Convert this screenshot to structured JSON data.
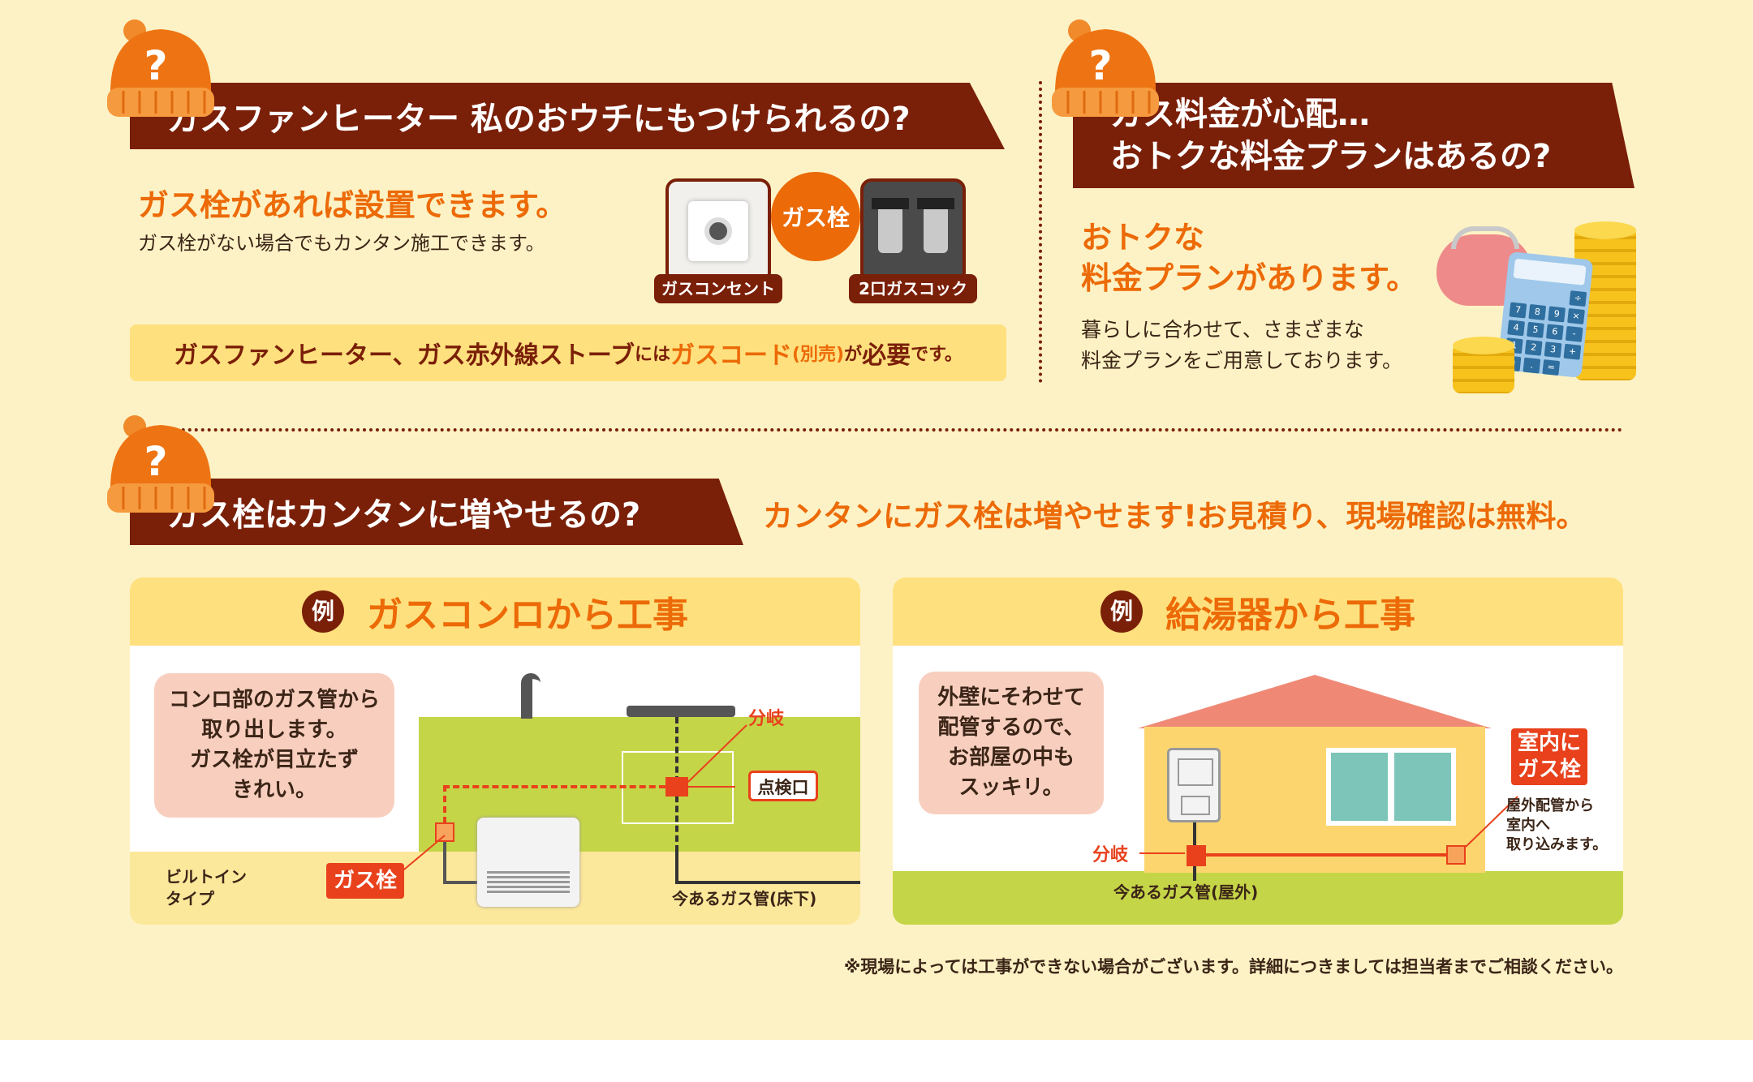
{
  "q1": {
    "title": "ガスファンヒーター 私のおウチにもつけられるの?",
    "lead": "ガス栓があれば設置できます。",
    "sub": "ガス栓がない場合でもカンタン施工できます。",
    "photo_left_label": "ガスコンセント",
    "photo_center_label": "ガス栓",
    "photo_right_label": "2口ガスコック",
    "note_part1": "ガスファンヒーター、ガス赤外線ストーブ",
    "note_part2": "には",
    "note_part3": "ガスコード",
    "note_part4": "(別売)",
    "note_part5": "が",
    "note_part6": "必要",
    "note_part7": "です。"
  },
  "q2": {
    "title_line1": "ガス料金が心配…",
    "title_line2": "おトクな料金プランはあるの?",
    "lead_line1": "おトクな",
    "lead_line2": "料金プランがあります。",
    "body_line1": "暮らしに合わせて、さまざまな",
    "body_line2": "料金プランをご用意しております。",
    "calc_keys": [
      "÷",
      "7",
      "8",
      "9",
      "×",
      "4",
      "5",
      "6",
      "-",
      "1",
      "2",
      "3",
      "+",
      "0",
      ".",
      "="
    ]
  },
  "q3": {
    "title": "ガス栓はカンタンに増やせるの?",
    "answer": "カンタンにガス栓は増やせます!お見積り、現場確認は無料。"
  },
  "example1": {
    "badge": "例",
    "title": "ガスコンロから工事",
    "bubble_line1": "コンロ部のガス管から",
    "bubble_line2": "取り出します。",
    "bubble_line3": "ガス栓が目立たず",
    "bubble_line4": "きれい。",
    "branch_label": "分岐",
    "inspection_label": "点検口",
    "builtin_line1": "ビルトイン",
    "builtin_line2": "タイプ",
    "valve_label": "ガス栓",
    "pipe_label": "今あるガス管(床下)"
  },
  "example2": {
    "badge": "例",
    "title": "給湯器から工事",
    "bubble_line1": "外壁にそわせて",
    "bubble_line2": "配管するので、",
    "bubble_line3": "お部屋の中も",
    "bubble_line4": "スッキリ。",
    "indoor_line1": "室内に",
    "indoor_line2": "ガス栓",
    "note_line1": "屋外配管から",
    "note_line2": "室内へ",
    "note_line3": "取り込みます。",
    "branch_label": "分岐",
    "pipe_label": "今あるガス管(屋外)"
  },
  "footnote": "※現場によっては工事ができない場合がございます。詳細につきましては担当者までご相談ください。",
  "colors": {
    "background": "#fdf2c5",
    "banner": "#7a1f08",
    "accent": "#ec6a07",
    "red": "#e8411c"
  }
}
